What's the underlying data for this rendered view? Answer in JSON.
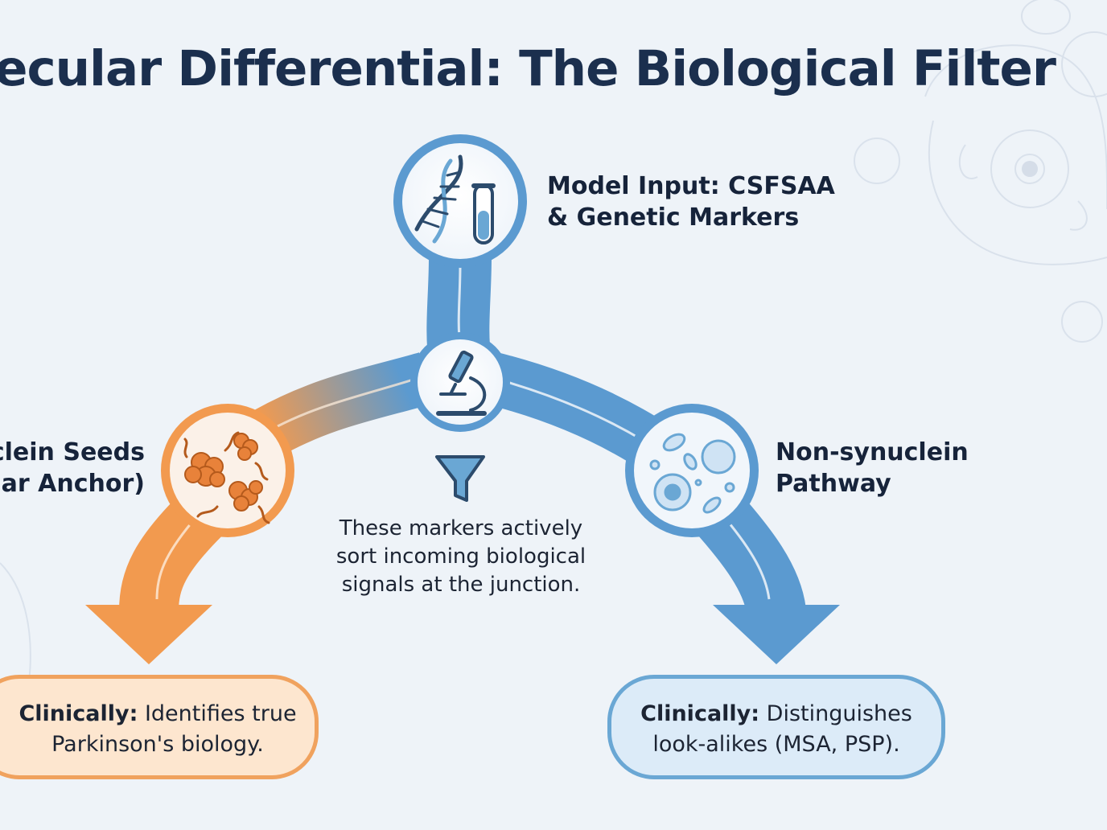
{
  "title": "ecular Differential: The Biological Filter",
  "input_node": {
    "label_line1": "Model Input: CSFSAA",
    "label_line2": "& Genetic Markers",
    "icons": [
      "dna-icon",
      "test-tube-icon"
    ]
  },
  "junction_node": {
    "icons": [
      "microscope-icon",
      "funnel-icon"
    ],
    "description_line1": "These markers actively",
    "description_line2": "sort incoming biological",
    "description_line3": "signals at the junction."
  },
  "left_branch": {
    "label_line1": "uclein Seeds",
    "label_line2": "ular Anchor)",
    "icon": "synuclein-aggregates-icon",
    "outcome_bold": "Clinically:",
    "outcome_rest": " Identifies true",
    "outcome_line2": "Parkinson's biology.",
    "color": "#f0a25e"
  },
  "right_branch": {
    "label_line1": "Non-synuclein",
    "label_line2": "Pathway",
    "icon": "cells-icon",
    "outcome_bold": "Clinically:",
    "outcome_rest": " Distinguishes",
    "outcome_line2": "look-alikes (MSA, PSP).",
    "color": "#5f9ccd"
  },
  "colors": {
    "title": "#1b2f4e",
    "blue_path": "#5b9ad0",
    "orange_path": "#f29a4f",
    "background": "#eef3f8"
  }
}
